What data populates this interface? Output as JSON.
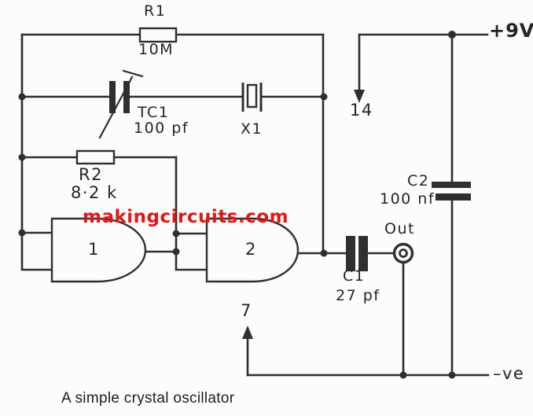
{
  "colors": {
    "line": "#2f2f2f",
    "bg": "#fcfcfa",
    "text": "#252525",
    "watermark_red": "#db1a1a"
  },
  "caption": "A simple crystal oscillator",
  "watermark": "makingcircuits.com",
  "power": {
    "positive_label": "+9V",
    "negative_label": "–ve",
    "supply_pin": "14",
    "ground_pin": "7"
  },
  "components": {
    "r1": {
      "ref": "R1",
      "value": "10M"
    },
    "r2": {
      "ref": "R2",
      "value": "8·2 k"
    },
    "tc1": {
      "ref": "TC1",
      "value": "100 pf"
    },
    "x1": {
      "ref": "X1"
    },
    "c1": {
      "ref": "C1",
      "value": "27 pf"
    },
    "c2": {
      "ref": "C2",
      "value": "100 nf"
    },
    "gate1": {
      "label": "1"
    },
    "gate2": {
      "label": "2"
    },
    "out": {
      "label": "Out"
    }
  }
}
